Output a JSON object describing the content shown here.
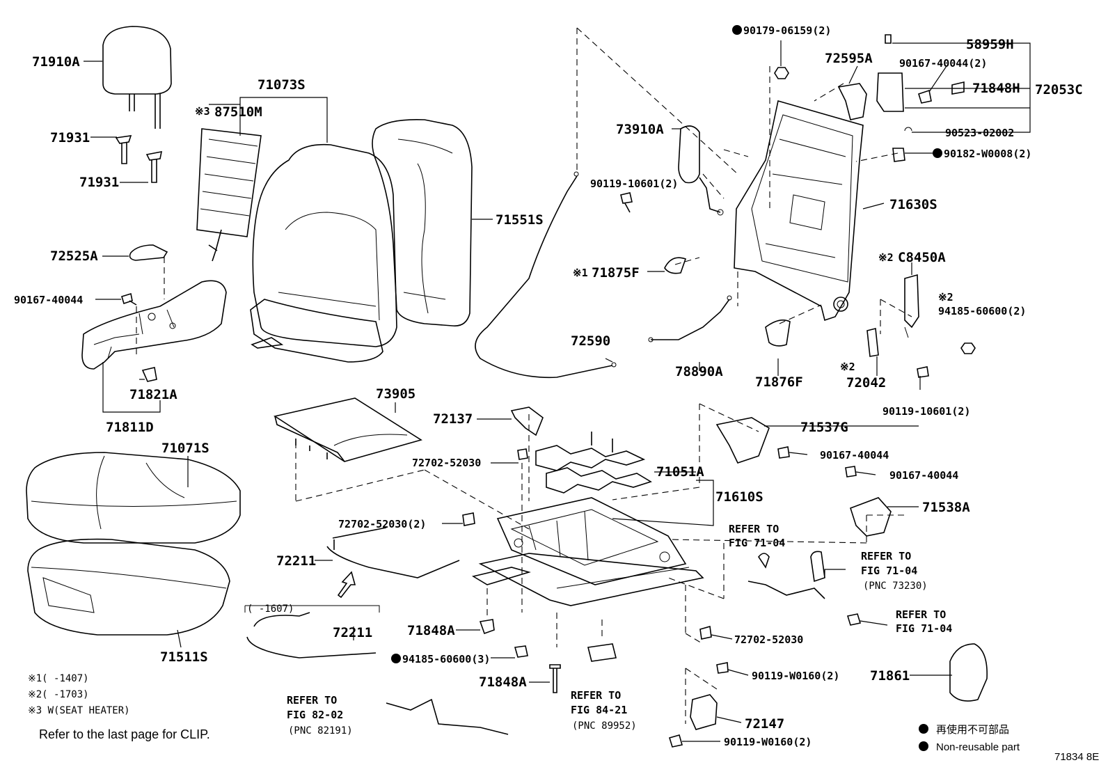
{
  "labels": {
    "p71910A": "71910A",
    "p71931a": "71931",
    "p71931b": "71931",
    "p72525A": "72525A",
    "p90167_40044a": "90167-40044",
    "p71821A": "71821A",
    "p71811D": "71811D",
    "p87510M_mark": "※3",
    "p87510M": "87510M",
    "p71073S": "71073S",
    "p71551S": "71551S",
    "p71071S": "71071S",
    "p71511S": "71511S",
    "p73905": "73905",
    "p72137": "72137",
    "p72702_52030a": "72702-52030",
    "p72702_52030_2": "72702-52030(2)",
    "p72211a": "72211",
    "p1607": "(     -1607)",
    "p72211b": "72211",
    "p71848Aa": "71848A",
    "p94185_60600_3": "94185-60600(3)",
    "p71848Ab": "71848A",
    "p71051A": "71051A",
    "p71610S": "71610S",
    "p72590": "72590",
    "p90119_10601_2a": "90119-10601(2)",
    "p71875F_mark": "※1",
    "p71875F": "71875F",
    "p73910A": "73910A",
    "p78890A": "78890A",
    "p71876F": "71876F",
    "p90179_06159_2": "90179-06159(2)",
    "p72595A": "72595A",
    "p58959H": "58959H",
    "p90167_40044_2": "90167-40044(2)",
    "p71848H": "71848H",
    "p72053C": "72053C",
    "p90523_02002": "90523-02002",
    "p90182_W0008_2": "90182-W0008(2)",
    "p71630S": "71630S",
    "pC8450A_mark": "※2",
    "pC8450A": "C8450A",
    "p94185_60600_2_mark": "※2",
    "p94185_60600_2": "94185-60600(2)",
    "p72042_mark": "※2",
    "p72042": "72042",
    "p90119_10601_2b": "90119-10601(2)",
    "p71537G": "71537G",
    "p90167_40044b": "90167-40044",
    "p90167_40044c": "90167-40044",
    "p71538A": "71538A",
    "p72702_52030b": "72702-52030",
    "p90119_W0160_2a": "90119-W0160(2)",
    "p72147": "72147",
    "p90119_W0160_2b": "90119-W0160(2)",
    "p71861": "71861"
  },
  "refs": {
    "r1_line1": "REFER TO",
    "r1_line2": "FIG 71-04",
    "r2_line1": "REFER TO",
    "r2_line2": "FIG 71-04",
    "r2_line3": "(PNC 73230)",
    "r3_line1": "REFER TO",
    "r3_line2": "FIG 71-04",
    "r4_line1": "REFER TO",
    "r4_line2": "FIG 82-02",
    "r4_line3": "(PNC 82191)",
    "r5_line1": "REFER TO",
    "r5_line2": "FIG 84-21",
    "r5_line3": "(PNC 89952)"
  },
  "notes": {
    "n1": "※1(     -1407)",
    "n2": "※2(     -1703)",
    "n3": "※3 W(SEAT HEATER)",
    "clip": "Refer to the last page for CLIP."
  },
  "legend": {
    "jp": "再使用不可部品",
    "en": "Non-reusable part"
  },
  "figure_id": "71834 8E"
}
